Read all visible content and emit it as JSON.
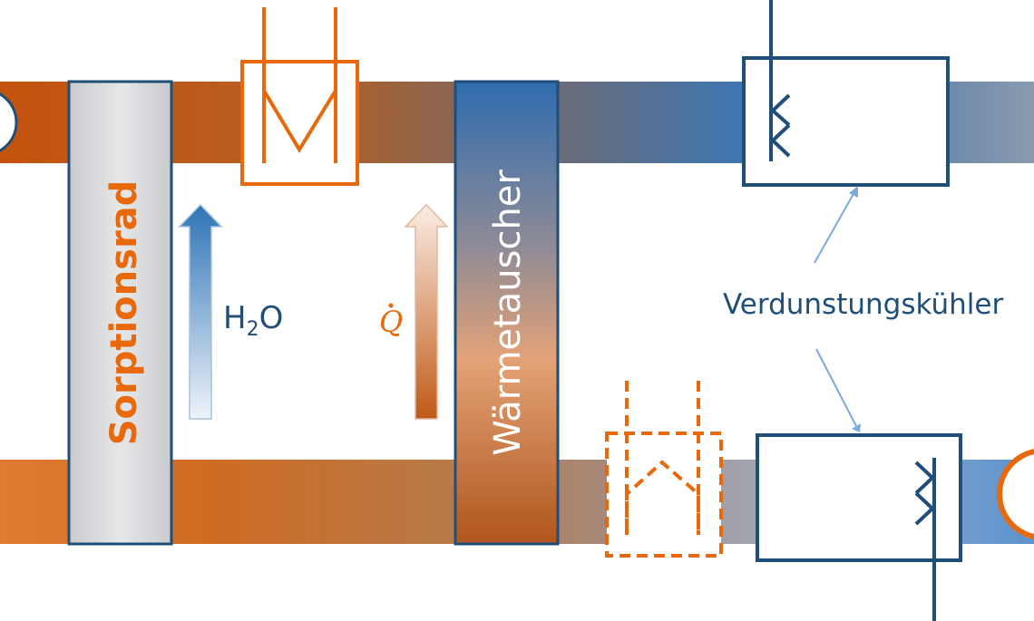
{
  "labels": {
    "sorptionsrad": "Sorptionsrad",
    "waermetauscher": "Wärmetauscher",
    "water": {
      "main": "H",
      "sub": "2",
      "tail": "O"
    },
    "heat_flow": "Q",
    "evaporative_cooler": "Verdunstungskühler"
  },
  "colors": {
    "orange": "#e8690b",
    "orange_dark": "#c8641e",
    "blue": "#2e74b5",
    "navy": "#1f4e79",
    "gray_panel": "#d7d9dc",
    "text_blue": "#1f4e79"
  }
}
